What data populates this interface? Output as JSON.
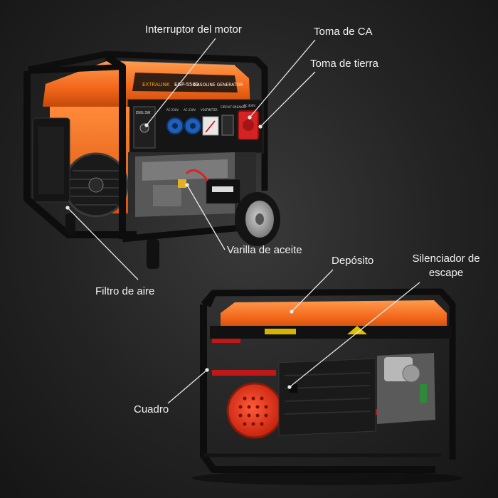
{
  "labels": {
    "engine_switch": "Interruptor del motor",
    "ac_outlet": "Toma de CA",
    "ground_terminal": "Toma de tierra",
    "oil_dipstick": "Varilla de aceite",
    "fuel_tank": "Depósito",
    "exhaust_muffler": "Silenciador de escape",
    "air_filter": "Filtro de aire",
    "frame": "Cuadro"
  },
  "panel_text": {
    "brand": "EXTRALINK",
    "model": "EGP-5500",
    "product": "GASOLINE GENERATOR",
    "switch_label": "ENG.SW",
    "socket_1": "AC 230V",
    "socket_2": "AC 230V",
    "meter": "VOLTMETER",
    "breaker": "CIRCUIT BREAKER",
    "socket_3": "AC 400V"
  },
  "colors": {
    "body_orange": "#f26a1b",
    "frame_black": "#111111",
    "socket_blue": "#1f5fb8",
    "socket_red": "#d42323",
    "label_white": "#f2f2f2",
    "leader_line": "#e8e8e8"
  }
}
